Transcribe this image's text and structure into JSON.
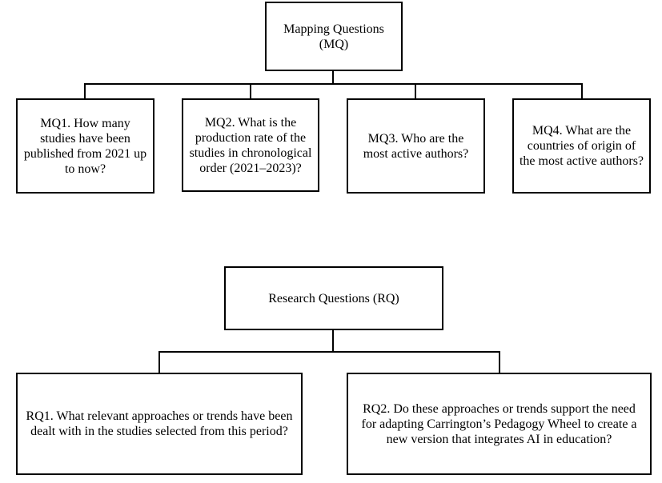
{
  "mapping": {
    "root": "Mapping Questions (MQ)",
    "items": [
      "MQ1. How many studies have been published from 2021 up to now?",
      "MQ2. What is the production rate of the studies in chronological order (2021–2023)?",
      "MQ3. Who are the most active authors?",
      "MQ4. What are the countries of origin of the most active authors?"
    ]
  },
  "research": {
    "root": "Research Questions (RQ)",
    "items": [
      "RQ1. What relevant approaches or trends have been dealt with in the studies selected from this period?",
      "RQ2. Do these approaches or trends support the need for adapting Carrington’s Pedagogy Wheel to create a new version that integrates AI in education?"
    ]
  }
}
